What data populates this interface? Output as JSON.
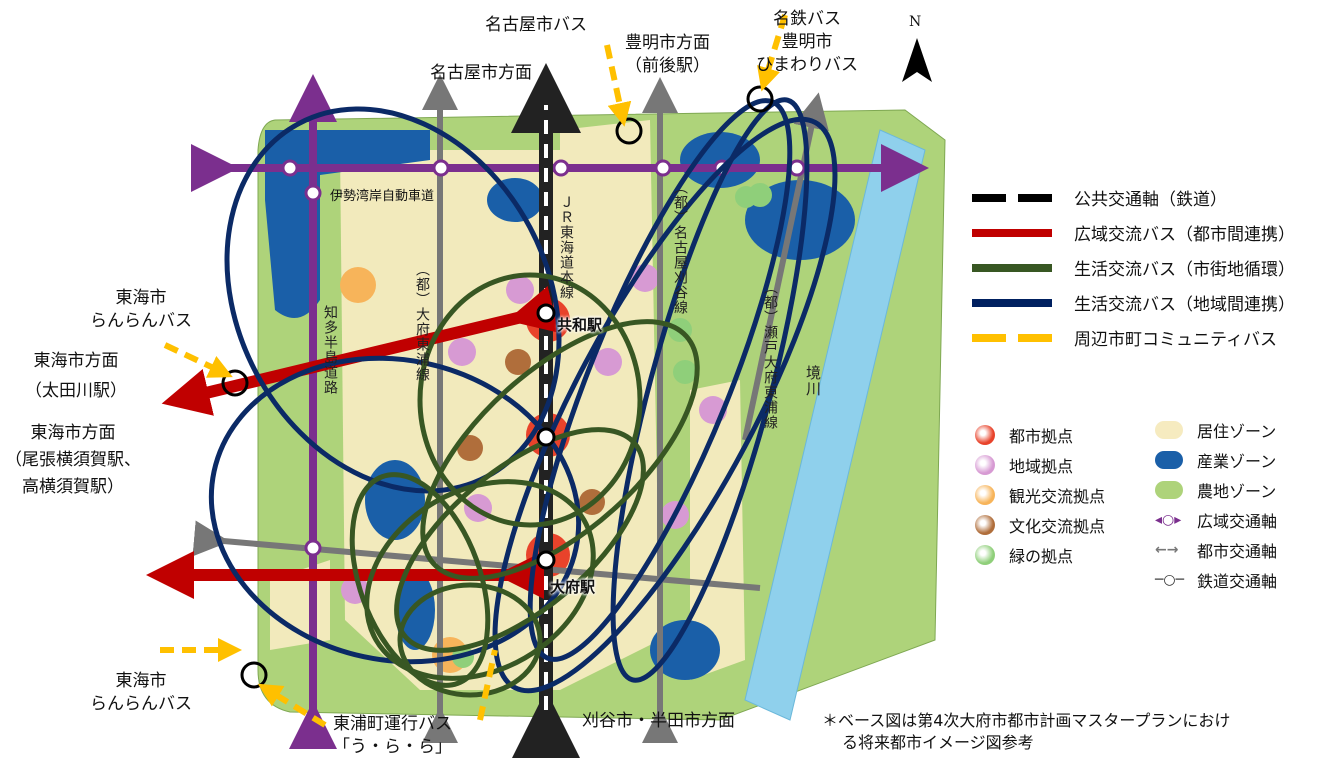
{
  "compass": {
    "label": "N"
  },
  "directions": {
    "nagoya_bus": "名古屋市バス",
    "toyoake_dir": [
      "豊明市方面",
      "（前後駅）"
    ],
    "meitetsu": [
      "名鉄バス",
      "豊明市",
      "ひまわりバス"
    ],
    "nagoya_dir": "名古屋市方面",
    "tokai_ranran_top": [
      "東海市",
      "らんらんバス"
    ],
    "tokai_otagawa": [
      "東海市方面",
      "（太田川駅）"
    ],
    "tokai_owari": [
      "東海市方面",
      "（尾張横須賀駅、",
      "高横須賀駅）"
    ],
    "tokai_ranran_bottom": [
      "東海市",
      "らんらんバス"
    ],
    "higashiura": [
      "東浦町運行バス",
      "「う・ら・ら」"
    ],
    "kariya_handa": "刈谷市・半田市方面"
  },
  "map_labels": {
    "isewan": "伊勢湾岸自動車道",
    "jr_tokaido": "ＪＲ東海道本線",
    "nagoya_kariya": "（都）名古屋刈谷線",
    "obu_higashiura": "（都）大府東浦線",
    "chita_hanto": "知多半島道路",
    "seto_obu": "（都）瀬戸大府東浦線",
    "sakai_river": "境川",
    "kyowa_station": "共和駅",
    "obu_station": "大府駅"
  },
  "legend_lines": [
    {
      "label": "公共交通軸（鉄道）",
      "color": "#000000",
      "dashed": true
    },
    {
      "label": "広域交流バス（都市間連携）",
      "color": "#c00000",
      "dashed": false
    },
    {
      "label": "生活交流バス（市街地循環）",
      "color": "#385723",
      "dashed": false
    },
    {
      "label": "生活交流バス（地域間連携）",
      "color": "#002060",
      "dashed": false
    },
    {
      "label": "周辺市町コミュニティバス",
      "color": "#ffc000",
      "dashed": true
    }
  ],
  "legend_points": [
    {
      "label": "都市拠点",
      "icon": "city-hub-dot",
      "color": "#e8432b"
    },
    {
      "label": "地域拠点",
      "icon": "regional-hub-dot",
      "color": "#d79ad3"
    },
    {
      "label": "観光交流拠点",
      "icon": "tourism-hub-dot",
      "color": "#f7b45a"
    },
    {
      "label": "文化交流拠点",
      "icon": "culture-hub-dot",
      "color": "#b06e3b"
    },
    {
      "label": "緑の拠点",
      "icon": "green-hub-dot",
      "color": "#8fcf7a"
    }
  ],
  "legend_zones": [
    {
      "label": "居住ゾーン",
      "icon": "residential-zone-swatch",
      "color": "#f6ebc0"
    },
    {
      "label": "産業ゾーン",
      "icon": "industrial-zone-swatch",
      "color": "#1a5fa8"
    },
    {
      "label": "農地ゾーン",
      "icon": "farmland-zone-swatch",
      "color": "#aed37a"
    },
    {
      "label": "広域交通軸",
      "icon": "wide-axis-arrow-icon",
      "color": "#7b2f8e"
    },
    {
      "label": "都市交通軸",
      "icon": "city-axis-arrow-icon",
      "color": "#777777"
    },
    {
      "label": "鉄道交通軸",
      "icon": "rail-axis-icon",
      "color": "#333333"
    }
  ],
  "footnote": [
    "＊ベース図は第4次大府市都市計画マスタープランにおけ",
    "る将来都市イメージ図参考"
  ],
  "colors": {
    "rail": "#000000",
    "wide_bus": "#c00000",
    "loop_bus": "#385723",
    "link_bus": "#002060",
    "community_bus": "#ffc000"
  }
}
